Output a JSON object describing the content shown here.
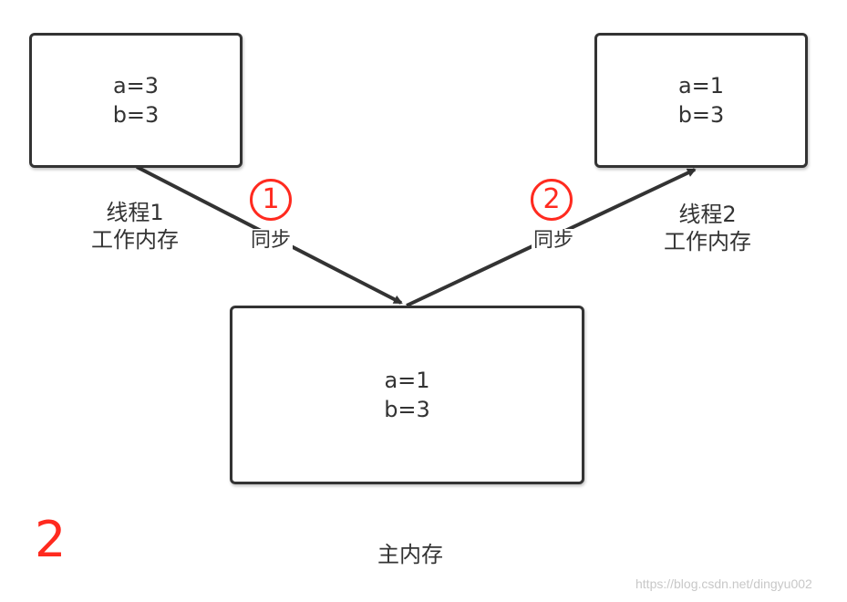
{
  "thread1": {
    "a": "a=3",
    "b": "b=3",
    "label_line1": "线程1",
    "label_line2": "工作内存"
  },
  "thread2": {
    "a": "a=1",
    "b": "b=3",
    "label_line1": "线程2",
    "label_line2": "工作内存"
  },
  "main_memory": {
    "a": "a=1",
    "b": "b=3",
    "label": "主内存"
  },
  "sync1": {
    "number": "1",
    "label": "同步"
  },
  "sync2": {
    "number": "2",
    "label": "同步"
  },
  "step_number": "2",
  "watermark": "https://blog.csdn.net/dingyu002",
  "colors": {
    "stroke": "#333333",
    "accent": "#ff2a1f"
  }
}
